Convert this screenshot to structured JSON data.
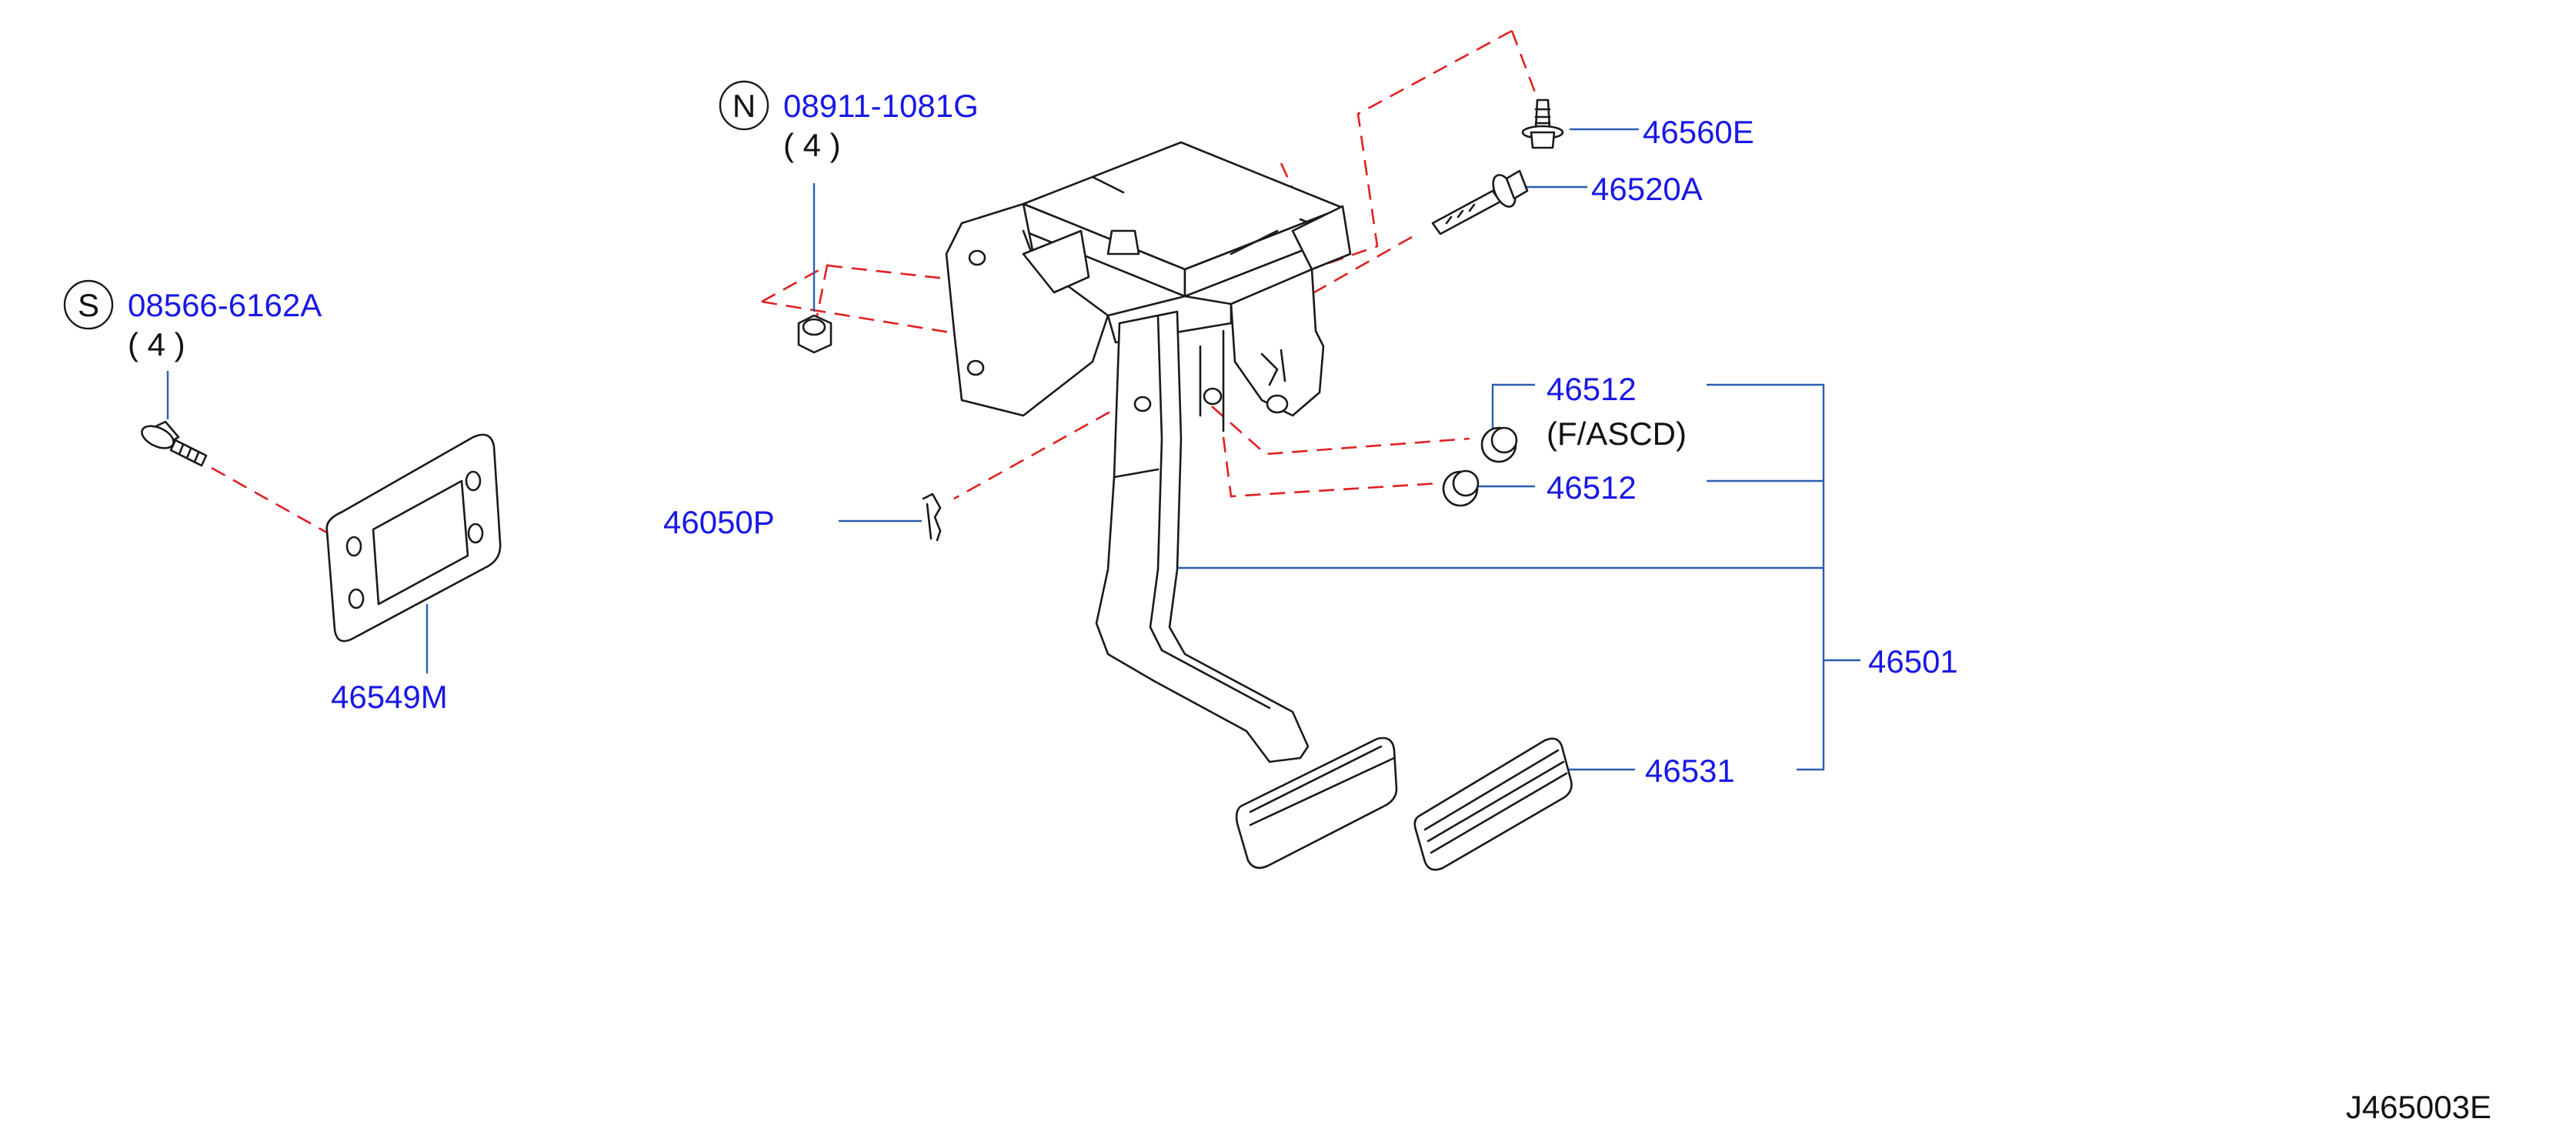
{
  "diagram_id": "J465003E",
  "colors": {
    "part_number": "#1818e6",
    "leader_line": "#2a5db0",
    "phantom_line": "#e02020",
    "drawing": "#1a1a1a",
    "background": "#ffffff"
  },
  "callouts": {
    "nut": {
      "symbol": "N",
      "part_no": "08911-1081G",
      "qty": "( 4 )"
    },
    "screw": {
      "symbol": "S",
      "part_no": "08566-6162A",
      "qty": "( 4 )"
    },
    "bolt_e": {
      "part_no": "46560E"
    },
    "bolt_a": {
      "part_no": "46520A"
    },
    "stopper_ascd": {
      "part_no": "46512",
      "note": "(F/ASCD)"
    },
    "stopper": {
      "part_no": "46512"
    },
    "clip": {
      "part_no": "46050P"
    },
    "plate": {
      "part_no": "46549M"
    },
    "pedal_assy": {
      "part_no": "46501"
    },
    "pedal_pad": {
      "part_no": "46531"
    }
  }
}
